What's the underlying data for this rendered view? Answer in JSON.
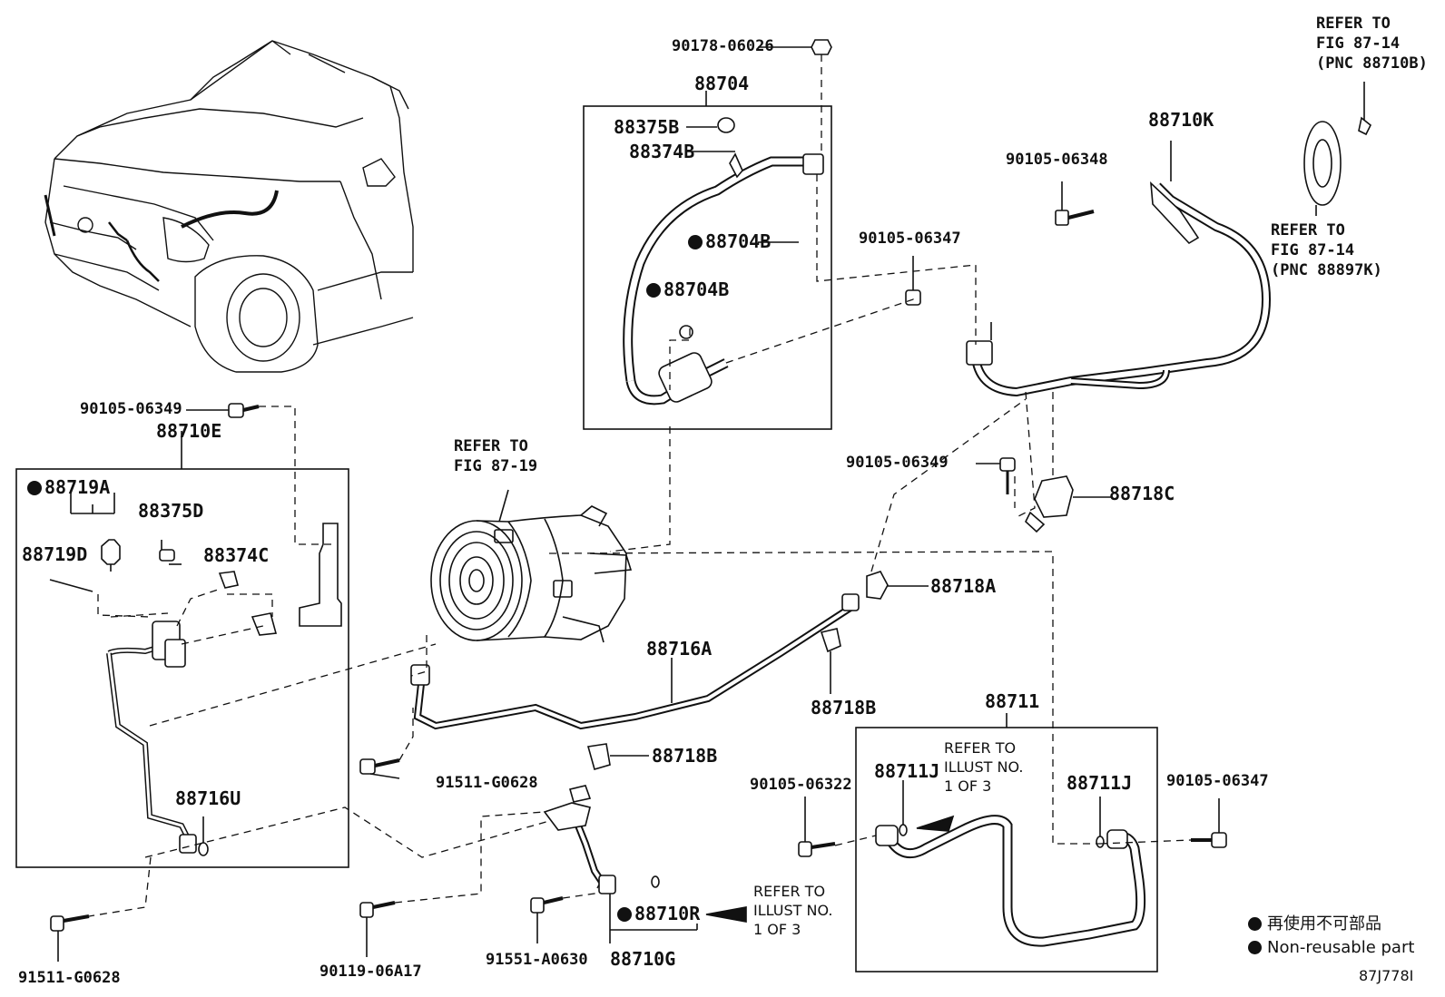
{
  "labels": {
    "p90178_06026": "90178-06026",
    "p88704": "88704",
    "p88375B": "88375B",
    "p88374B": "88374B",
    "p88704B_1": "88704B",
    "p88704B_2": "88704B",
    "p90105_06347_top": "90105-06347",
    "p90105_06348": "90105-06348",
    "p88710K": "88710K",
    "p90105_06349_left": "90105-06349",
    "p88710E": "88710E",
    "p88719A": "88719A",
    "p88375D": "88375D",
    "p88719D": "88719D",
    "p88374C": "88374C",
    "p90105_06349_right": "90105-06349",
    "p88718C": "88718C",
    "p88718A": "88718A",
    "p88716A": "88716A",
    "p88718B_1": "88718B",
    "p88718B_2": "88718B",
    "p88711": "88711",
    "p88711J_1": "88711J",
    "p88711J_2": "88711J",
    "p90105_06322": "90105-06322",
    "p90105_06347_right": "90105-06347",
    "p88716U": "88716U",
    "p91511_G0628_mid": "91511-G0628",
    "p91511_G0628_left": "91511-G0628",
    "p90119_06A17": "90119-06A17",
    "p91551_A0630": "91551-A0630",
    "p88710R": "88710R",
    "p88710G": "88710G",
    "diagram_code": "87J778I"
  },
  "refers": {
    "fig_87_14_a": [
      "REFER TO",
      "FIG 87-14",
      "(PNC 88710B)"
    ],
    "fig_87_14_b": [
      "REFER TO",
      "FIG 87-14",
      "(PNC 88897K)"
    ],
    "fig_87_19": [
      "REFER TO",
      "FIG 87-19"
    ],
    "illust_a": [
      "REFER TO",
      "ILLUST NO.",
      "1 OF 3"
    ],
    "illust_b": [
      "REFER TO",
      "ILLUST NO.",
      "1 OF 3"
    ]
  },
  "legend": {
    "line1": "再使用不可部品",
    "line2": "Non-reusable part"
  }
}
